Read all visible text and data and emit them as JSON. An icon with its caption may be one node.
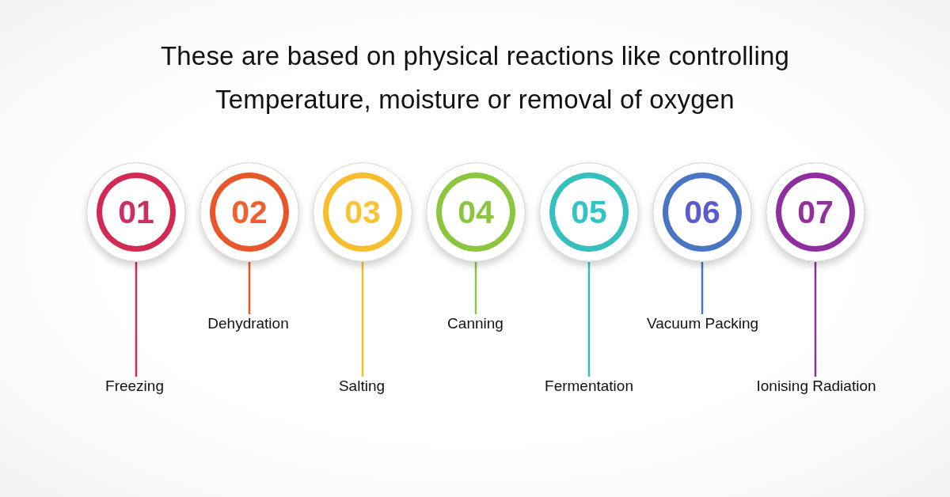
{
  "diagram": {
    "title": "These are based on physical reactions like controlling Temperature, moisture or removal of oxygen",
    "nodes": [
      {
        "text": [
          "01"
        ]
      },
      {
        "text": [
          "02"
        ]
      },
      {
        "text": [
          "03"
        ]
      },
      {
        "text": [
          "04"
        ]
      },
      {
        "text": [
          "05"
        ]
      },
      {
        "text": [
          "06"
        ]
      },
      {
        "text": [
          "07"
        ]
      },
      {
        "text": [
          "Freezing"
        ]
      },
      {
        "text": [
          "Dehydration"
        ]
      },
      {
        "text": [
          "Salting"
        ]
      },
      {
        "text": [
          "Canning"
        ]
      },
      {
        "text": [
          "Fermentation"
        ]
      },
      {
        "text": [
          "Vacuum Packing"
        ]
      },
      {
        "text": [
          "Ionising Radiation"
        ]
      }
    ],
    "edges": [
      {
        "from": 0,
        "to": 7,
        "arrow": "none",
        "color": "#d02a55"
      },
      {
        "from": 1,
        "to": 8,
        "arrow": "none",
        "color": "#e8572b"
      },
      {
        "from": 2,
        "to": 9,
        "arrow": "none",
        "color": "#f6bd2f"
      },
      {
        "from": 3,
        "to": 10,
        "arrow": "none",
        "color": "#8cc63f"
      },
      {
        "from": 4,
        "to": 11,
        "arrow": "none",
        "color": "#35c0bd"
      },
      {
        "from": 5,
        "to": 12,
        "arrow": "none",
        "color": "#4a74c4"
      },
      {
        "from": 6,
        "to": 13,
        "arrow": "none",
        "color": "#8e2fa0"
      }
    ]
  }
}
